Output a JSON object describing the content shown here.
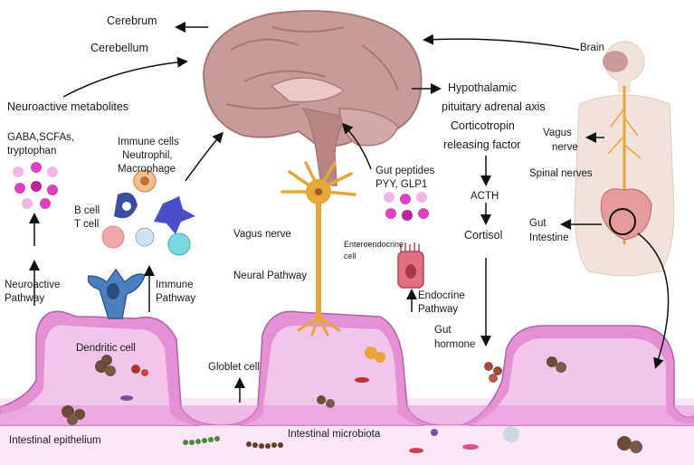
{
  "labels": {
    "cerebrum": "Cerebrum",
    "cerebellum": "Cerebellum",
    "neuroactive_metabolites": "Neuroactive metabolites",
    "gaba": "GABA,SCFAs,",
    "tryptophan": "tryptophan",
    "immune_cells": "Immune cells",
    "neutrophil": "Neutrophil,",
    "macrophage": "Macrophage",
    "b_cell": "B cell",
    "t_cell": "T cell",
    "immune": "Immune",
    "immune_pathway": "Pathway",
    "neuroactive": "Neuroactive",
    "neuroactive_pathway": "Pathway",
    "dendritic_cell": "Dendritic cell",
    "goblet_cell": "Globlet cell",
    "intestinal_epithelium": "Intestinal epithelium",
    "intestinal_microbiota": "Intestinal microbiota",
    "vagus_nerve": "Vagus nerve",
    "neural_pathway": "Neural Pathway",
    "gut_peptides": "Gut peptides",
    "pyy_glp1": "PYY, GLP1",
    "enteroendocrine": "Enteroendocrine",
    "enteroendocrine_cell": "cell",
    "endocrine": "Endocrine",
    "endocrine_pathway": "Pathway",
    "hypothalamic": "Hypothalamic",
    "hpa_axis": "pituitary adrenal axis",
    "corticotropin": "Corticotropin",
    "releasing_factor": "releasing factor",
    "acth": "ACTH",
    "cortisol": "Cortisol",
    "gut": "Gut",
    "hormone": "hormone",
    "brain": "Brain",
    "vagus": "Vagus",
    "nerve": "nerve",
    "spinal_nerves": "Spinal nerves",
    "gut_body": "Gut",
    "intestine": "Intestine"
  },
  "colors": {
    "brain": "#c99a9a",
    "brain_dark": "#a87878",
    "epithelium": "#e58fd6",
    "epithelium_light": "#f6d2ef",
    "lumen": "#fbe6f6",
    "neuron": "#e6a73a",
    "metabolite": "#e040c0",
    "body": "#f1e2db"
  }
}
